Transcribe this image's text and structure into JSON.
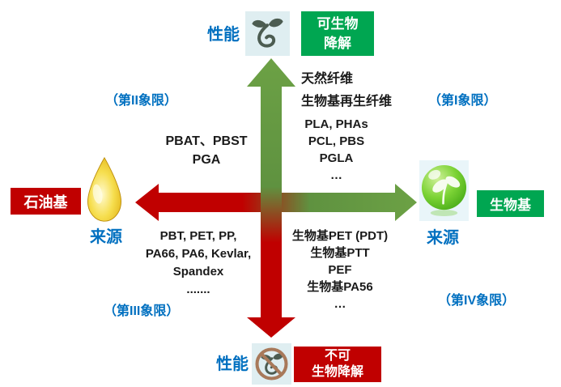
{
  "colors": {
    "blue": "#0070C0",
    "green": "#00A651",
    "red": "#C00000",
    "arrow-green": "#5F9240",
    "arrow-green-head": "#6CA145"
  },
  "axes": {
    "top": {
      "label": "性能",
      "box_line1": "可生物",
      "box_line2": "降解"
    },
    "bottom": {
      "label": "性能",
      "box_line1": "不可",
      "box_line2": "生物降解"
    },
    "left": {
      "label": "来源",
      "box": "石油基"
    },
    "right": {
      "label": "来源",
      "box": "生物基"
    }
  },
  "quadrant1": {
    "label": "（第I象限）",
    "fibers": [
      "天然纤维",
      "生物基再生纤维"
    ],
    "polymers": [
      "PLA, PHAs",
      "PCL, PBS",
      "PGLA",
      "…"
    ]
  },
  "quadrant2": {
    "label": "（第II象限）",
    "polymers": [
      "PBAT、PBST",
      "PGA"
    ]
  },
  "quadrant3": {
    "label": "（第III象限）",
    "polymers": [
      "PBT, PET, PP,",
      "PA66, PA6, Kevlar,",
      "Spandex",
      "......."
    ]
  },
  "quadrant4": {
    "label": "（第IV象限）",
    "polymers": [
      "生物基PET (PDT)",
      "生物基PTT",
      "PEF",
      "生物基PA56",
      "…"
    ]
  }
}
